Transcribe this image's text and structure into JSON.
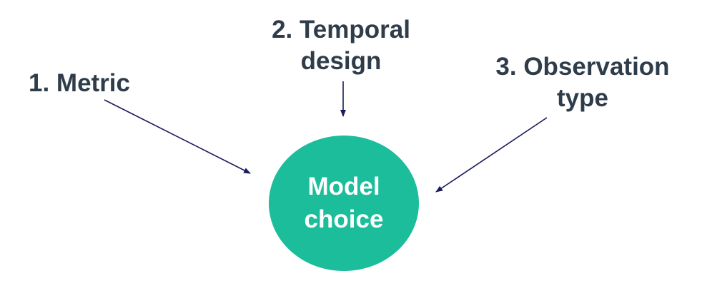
{
  "diagram": {
    "center_node": {
      "lines": [
        "Model",
        "choice"
      ],
      "fill_color": "#1bbd9a",
      "text_color": "#ffffff"
    },
    "factors": [
      {
        "lines": [
          "1. Metric"
        ]
      },
      {
        "lines": [
          "2. Temporal",
          "design"
        ]
      },
      {
        "lines": [
          "3. Observation",
          "type"
        ]
      }
    ],
    "label_color": "#2f3d4b",
    "arrow_color": "#1a1a5c"
  }
}
